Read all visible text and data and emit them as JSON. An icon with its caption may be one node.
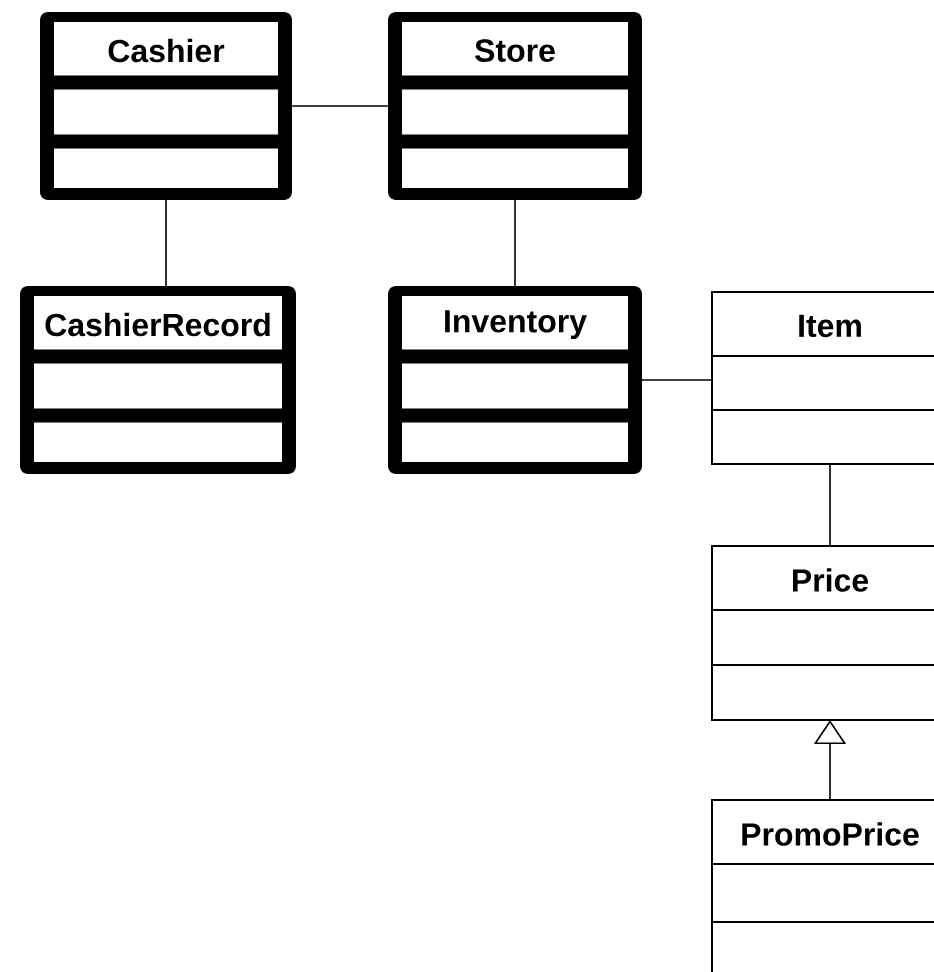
{
  "diagram": {
    "nodes": [
      {
        "text": [
          "Cashier"
        ]
      },
      {
        "text": [
          "Store"
        ]
      },
      {
        "text": [
          "CashierRecord"
        ]
      },
      {
        "text": [
          "Inventory"
        ]
      },
      {
        "text": [
          "Item"
        ]
      },
      {
        "text": [
          "Price"
        ]
      },
      {
        "text": [
          "PromoPrice"
        ]
      }
    ],
    "edges": [
      {
        "from": 0,
        "to": 1,
        "arrow": "none"
      },
      {
        "from": 0,
        "to": 2,
        "arrow": "none"
      },
      {
        "from": 1,
        "to": 3,
        "arrow": "none"
      },
      {
        "from": 3,
        "to": 4,
        "arrow": "none"
      },
      {
        "from": 4,
        "to": 5,
        "arrow": "none"
      },
      {
        "from": 6,
        "to": 5,
        "arrow": "to"
      }
    ]
  }
}
